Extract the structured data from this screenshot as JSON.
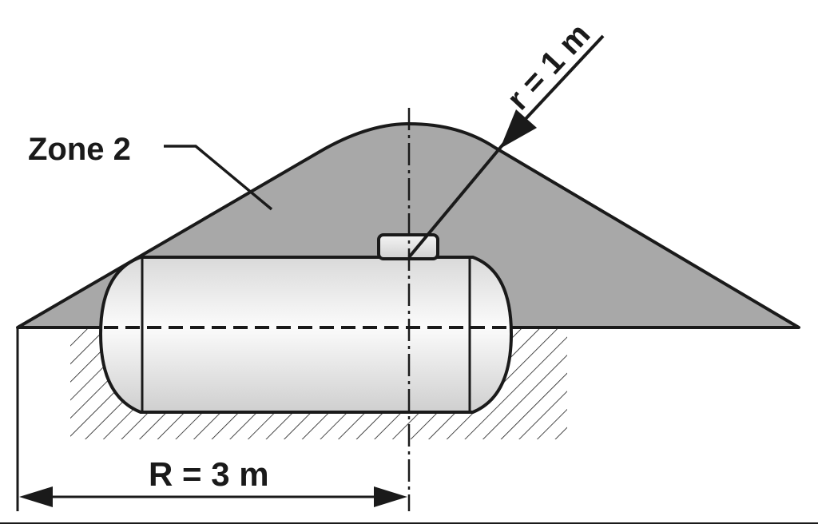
{
  "diagram": {
    "zone_label": "Zone 2",
    "small_radius_label": "r = 1 m",
    "large_radius_label": "R = 3 m"
  },
  "colors": {
    "zone_fill": "#a8a8a8",
    "outline": "#1a1a1a",
    "tank_light": "#f7f7f7",
    "tank_shade": "#cfcfcf",
    "background": "#ffffff"
  }
}
